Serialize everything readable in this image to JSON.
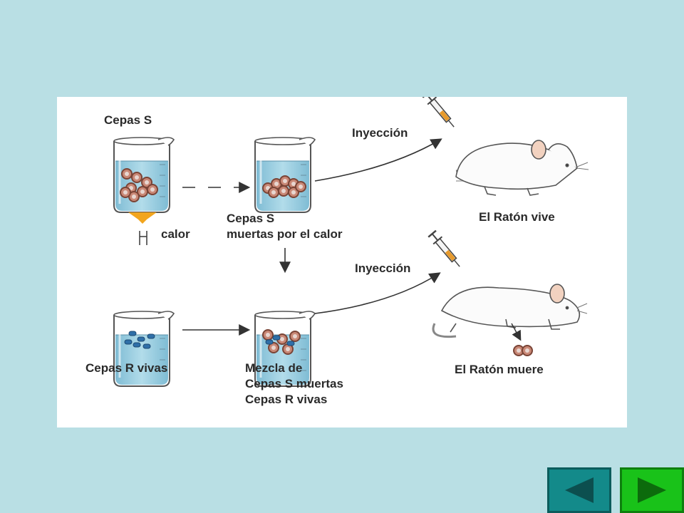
{
  "diagram": {
    "label_cepas_s": "Cepas S",
    "label_calor": "calor",
    "label_cepas_s_muertas_1": "Cepas S",
    "label_cepas_s_muertas_2": "muertas por el calor",
    "label_inyeccion_top": "Inyección",
    "label_raton_vive": "El Ratón vive",
    "label_cepas_r_vivas": "Cepas R vivas",
    "label_mezcla_1": "Mezcla de",
    "label_mezcla_2": "Cepas S muertas",
    "label_mezcla_3": "Cepas R vivas",
    "label_inyeccion_bottom": "Inyección",
    "label_raton_muere": "El Ratón muere"
  },
  "colors": {
    "background": "#b9dfe4",
    "panel": "#ffffff",
    "water": "#9fd0e2",
    "s_strain": "#c98876",
    "r_strain": "#2f6fa8",
    "syringe_fluid": "#e79a2c",
    "flame": "#f2a51e",
    "prev_button": "#138a8a",
    "next_button": "#19c219"
  },
  "icons": {
    "prev": "triangle-left-icon",
    "next": "triangle-right-icon"
  }
}
